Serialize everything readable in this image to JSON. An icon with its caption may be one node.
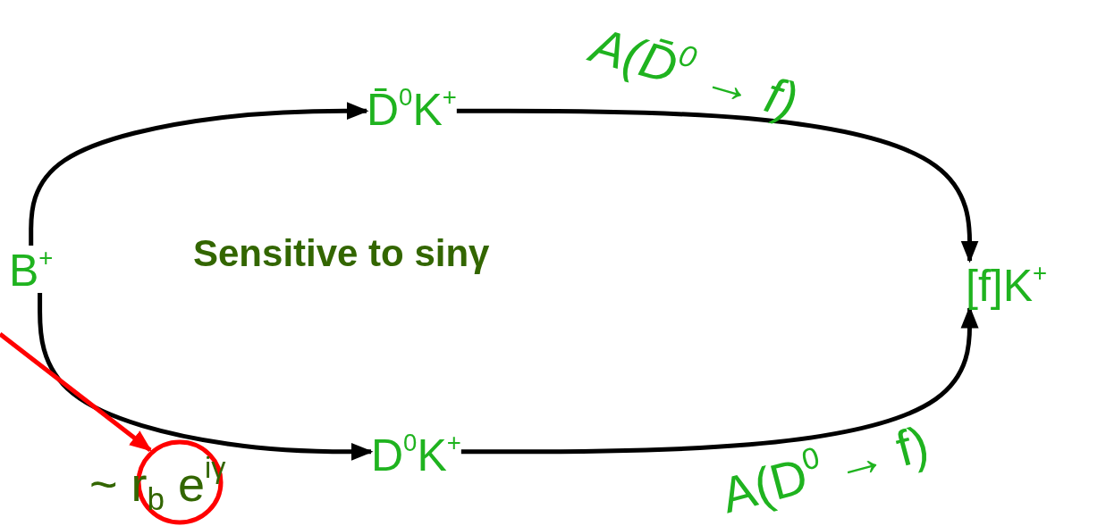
{
  "diagram": {
    "nodes": [
      {
        "text": [
          "B$^{+}$"
        ]
      },
      {
        "text": [
          "D̄$^{0}$K$^{+}$"
        ]
      },
      {
        "text": [
          "D$^{0}$K$^{+}$"
        ]
      },
      {
        "text": [
          "[f]K$^{+}$"
        ]
      },
      {
        "text": [],
        "shape": "circle"
      }
    ],
    "edges": [
      {
        "from": 0,
        "to": 1,
        "arrow": "to"
      },
      {
        "from": 1,
        "to": 3,
        "arrow": "to",
        "label": "A(D̄$^{0}$ → f)"
      },
      {
        "from": 0,
        "to": 2,
        "arrow": "to"
      },
      {
        "from": 2,
        "to": 3,
        "arrow": "to",
        "label": "A(D$^{0}$ → f)"
      },
      {
        "from": null,
        "to": 4,
        "arrow": "to",
        "color": "#ff0000"
      }
    ],
    "labels": [
      "Sensitive to sinγ",
      "~ r$_{b}$ e$^{iγ}$"
    ]
  }
}
